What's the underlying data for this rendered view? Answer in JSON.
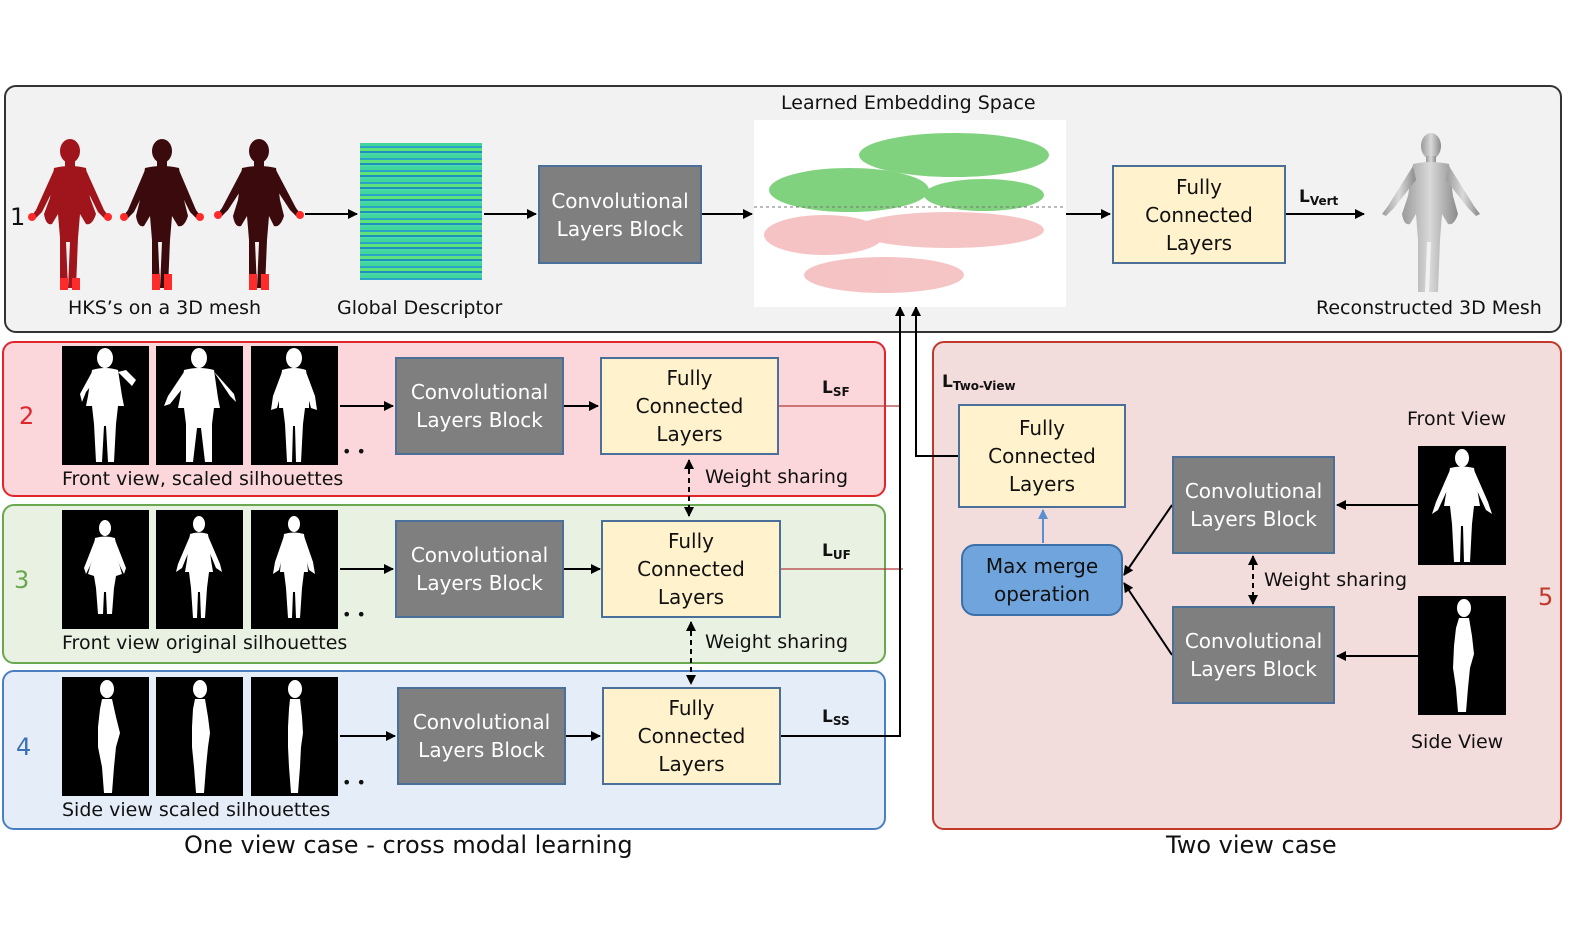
{
  "embedding": {
    "title": "Learned Embedding Space"
  },
  "top": {
    "number": "1",
    "hks_caption": "HKS’s on a 3D mesh",
    "descriptor_caption": "Global Descriptor",
    "conv_block": "Convolutional Layers Block",
    "fc_block": "Fully Connected Layers",
    "loss_main": "L",
    "loss_sub": "Vert",
    "output_caption": "Reconstructed 3D Mesh"
  },
  "row2": {
    "number": "2",
    "caption": "Front view, scaled silhouettes",
    "ellipsis": "• •",
    "conv_block": "Convolutional Layers Block",
    "fc_block": "Fully Connected Layers",
    "loss_main": "L",
    "loss_sub": "SF",
    "weight_sharing": "Weight sharing"
  },
  "row3": {
    "number": "3",
    "caption": "Front view original silhouettes",
    "ellipsis": "• •",
    "conv_block": "Convolutional Layers Block",
    "fc_block": "Fully Connected Layers",
    "loss_main": "L",
    "loss_sub": "UF",
    "weight_sharing": "Weight sharing"
  },
  "row4": {
    "number": "4",
    "caption": "Side view scaled silhouettes",
    "ellipsis": "• •",
    "conv_block": "Convolutional Layers Block",
    "fc_block": "Fully Connected Layers",
    "loss_main": "L",
    "loss_sub": "SS"
  },
  "two_view": {
    "number": "5",
    "loss_main": "L",
    "loss_sub": "Two-View",
    "fc_block": "Fully Connected Layers",
    "merge_block": "Max merge operation",
    "conv_block_top": "Convolutional Layers Block",
    "conv_block_bottom": "Convolutional Layers Block",
    "weight_sharing": "Weight sharing",
    "front_view": "Front View",
    "side_view": "Side View"
  },
  "captions": {
    "one_view": "One view case - cross modal learning",
    "two_view": "Two view case"
  },
  "colors": {
    "panel_top_bg": "#f2f2f2",
    "panel_red_bg": "#fbd6da",
    "panel_green_bg": "#e9f1e2",
    "panel_blue_bg": "#e5eef8",
    "panel_two_view_bg": "#f3dcdc",
    "conv_block": "#7f7f7f",
    "fc_block": "#fff2cc",
    "merge_block": "#6fa5dc",
    "row2_number": "#e0262b",
    "row3_number": "#6aa84f",
    "row4_number": "#3d6fb5",
    "two_view_number": "#c0392b"
  }
}
